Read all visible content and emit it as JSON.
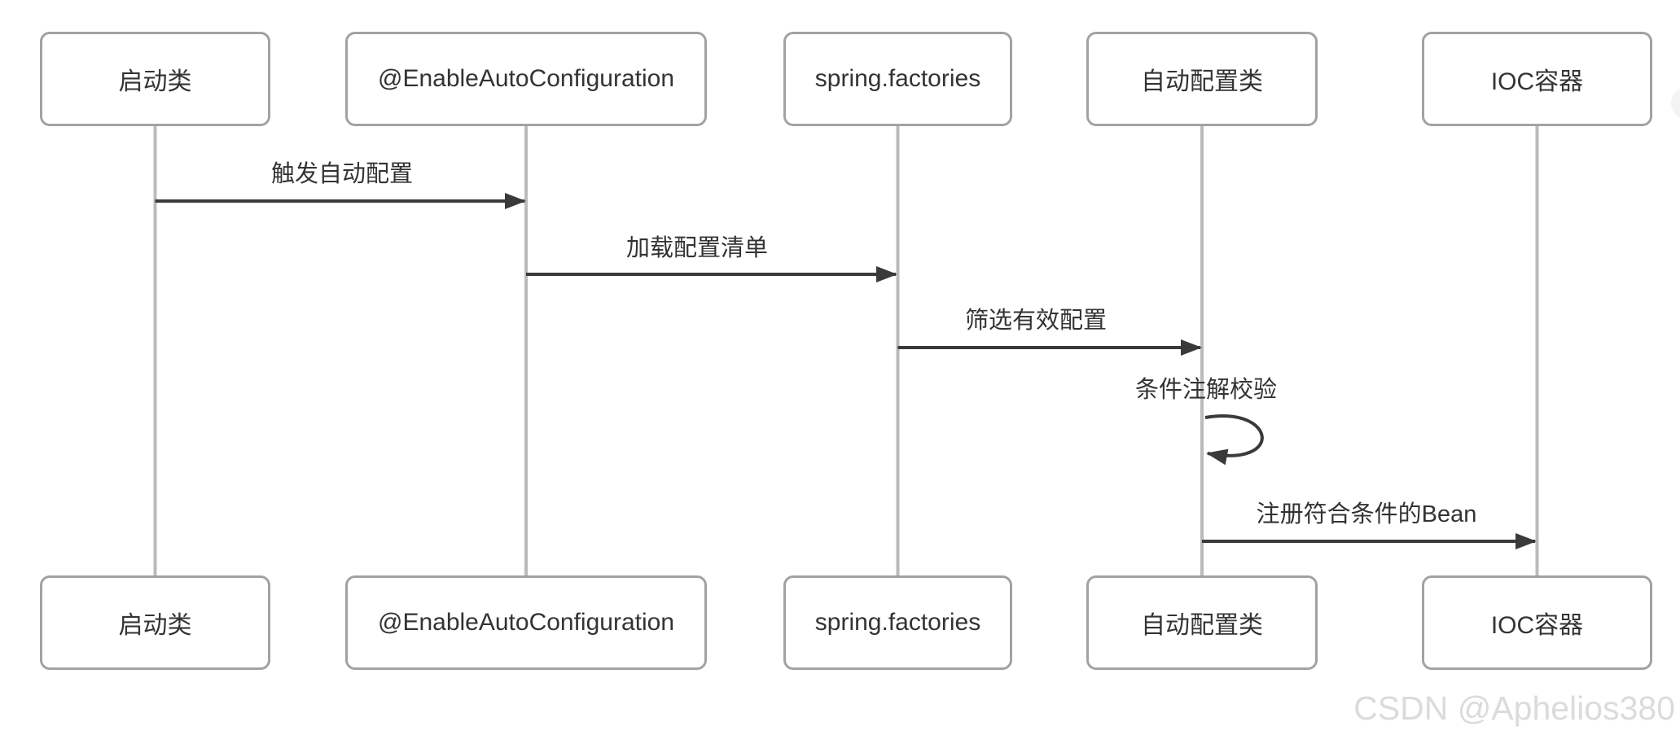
{
  "diagram_type": "uml-sequence-diagram",
  "actors": [
    {
      "name": "startup-class",
      "label": "启动类"
    },
    {
      "name": "enable-auto-configuration",
      "label": "@EnableAutoConfiguration"
    },
    {
      "name": "spring-factories",
      "label": "spring.factories"
    },
    {
      "name": "auto-config-class",
      "label": "自动配置类"
    },
    {
      "name": "ioc-container",
      "label": "IOC容器"
    }
  ],
  "messages": [
    {
      "label": "触发自动配置",
      "from": "启动类",
      "to": "@EnableAutoConfiguration",
      "kind": "solid-arrow"
    },
    {
      "label": "加载配置清单",
      "from": "@EnableAutoConfiguration",
      "to": "spring.factories",
      "kind": "solid-arrow"
    },
    {
      "label": "筛选有效配置",
      "from": "spring.factories",
      "to": "自动配置类",
      "kind": "solid-arrow"
    },
    {
      "label": "条件注解校验",
      "from": "自动配置类",
      "to": "自动配置类",
      "kind": "self-loop"
    },
    {
      "label": "注册符合条件的Bean",
      "from": "自动配置类",
      "to": "IOC容器",
      "kind": "solid-arrow"
    }
  ],
  "watermark": {
    "text": "CSDN @Aphelios380"
  },
  "colors": {
    "background": "#ffffff",
    "box_border": "#a2a2a2",
    "lifeline": "#bbbbbb",
    "arrow": "#3a3a3a",
    "text": "#333333",
    "watermark": "#dbdbdb"
  }
}
